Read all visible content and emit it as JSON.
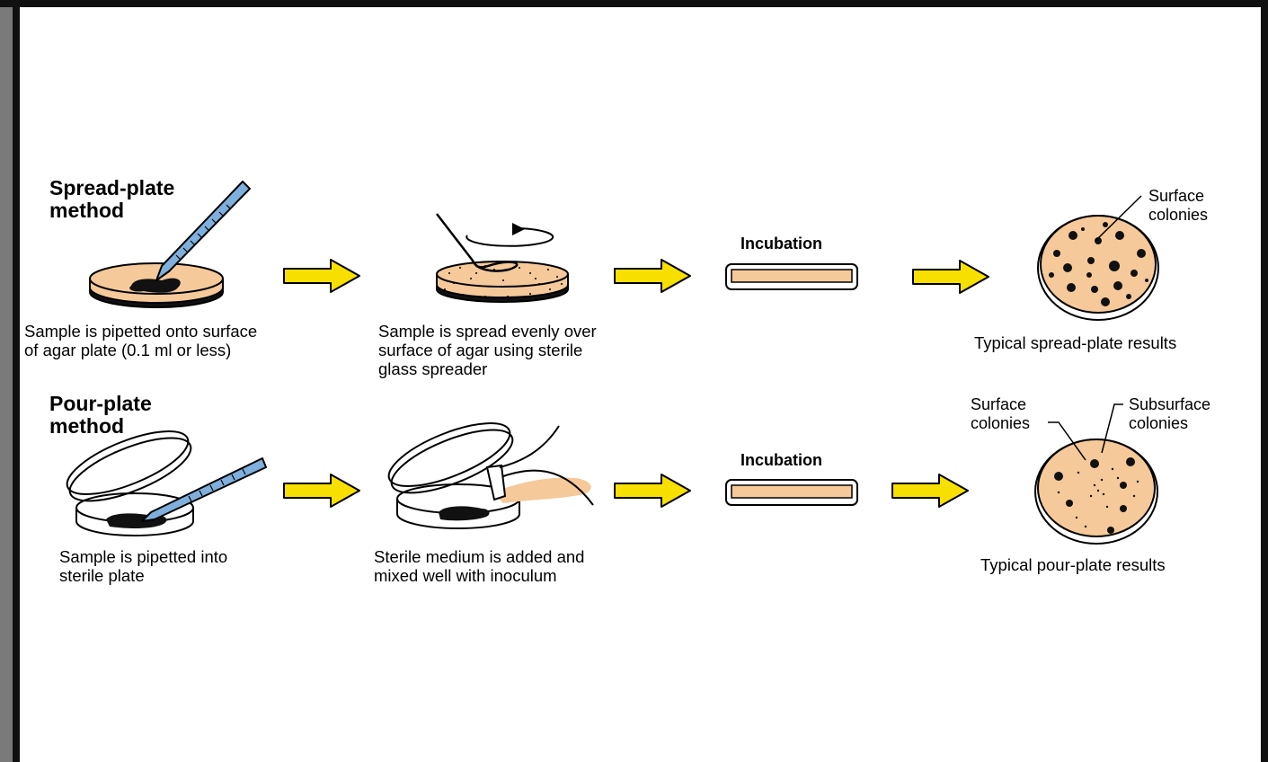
{
  "spread": {
    "title_line1": "Spread-plate",
    "title_line2": "method",
    "step1_line1": "Sample is pipetted onto surface",
    "step1_line2": "of agar plate (0.1 ml or less)",
    "step2_line1": "Sample is spread evenly over",
    "step2_line2": "surface of agar using sterile",
    "step2_line3": "glass spreader",
    "incubation": "Incubation",
    "result_label_line1": "Surface",
    "result_label_line2": "colonies",
    "result": "Typical spread-plate results"
  },
  "pour": {
    "title_line1": "Pour-plate",
    "title_line2": "method",
    "step1_line1": "Sample is pipetted into",
    "step1_line2": "sterile plate",
    "step2_line1": "Sterile medium is added and",
    "step2_line2": "mixed well with inoculum",
    "incubation": "Incubation",
    "surface_label_line1": "Surface",
    "surface_label_line2": "colonies",
    "subsurface_label_line1": "Subsurface",
    "subsurface_label_line2": "colonies",
    "result": "Typical pour-plate results"
  },
  "colors": {
    "agar": "#f5c99a",
    "arrow": "#f7e000",
    "pipette": "#7fb0dd",
    "colony": "#111111"
  },
  "icons": [
    "pipette-icon",
    "spreader-icon",
    "arrow-right-icon",
    "petri-dish-icon",
    "rotation-arrow-icon"
  ]
}
